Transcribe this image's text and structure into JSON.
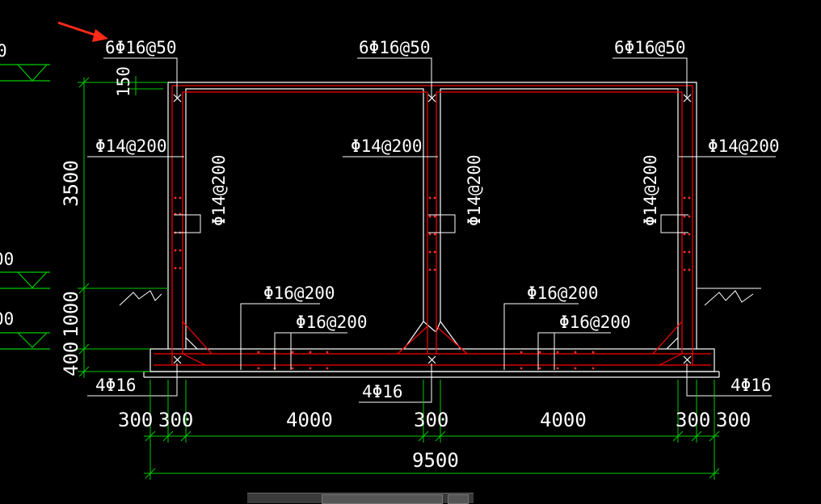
{
  "drawing": {
    "colors": {
      "background": "#000000",
      "outline": "#ffffff",
      "rebar": "#ff0000",
      "rebar_dark": "#b0241e",
      "dimension": "#00cc00",
      "leader": "#ffffff",
      "arrow": "#ff2a1a"
    },
    "top_bar_labels": [
      "6Φ16@50",
      "6Φ16@50",
      "6Φ16@50"
    ],
    "wall_horizontal_labels": [
      "Φ14@200",
      "Φ14@200",
      "Φ14@200"
    ],
    "wall_vertical_labels": [
      "Φ14@200",
      "Φ14@200",
      "Φ14@200"
    ],
    "slab_labels": [
      "Φ16@200",
      "Φ16@200",
      "Φ16@200",
      "Φ16@200"
    ],
    "bottom_bar_labels": [
      "4Φ16",
      "4Φ16",
      "4Φ16"
    ],
    "left_dims": [
      "150",
      "3500",
      "1000",
      "400"
    ],
    "bottom_dims": [
      "300",
      "300",
      "4000",
      "300",
      "4000",
      "300",
      "300"
    ],
    "total_dim": "9500",
    "left_edge_text": [
      "0",
      "00",
      "00"
    ]
  },
  "statusbar": {
    "label": ""
  }
}
